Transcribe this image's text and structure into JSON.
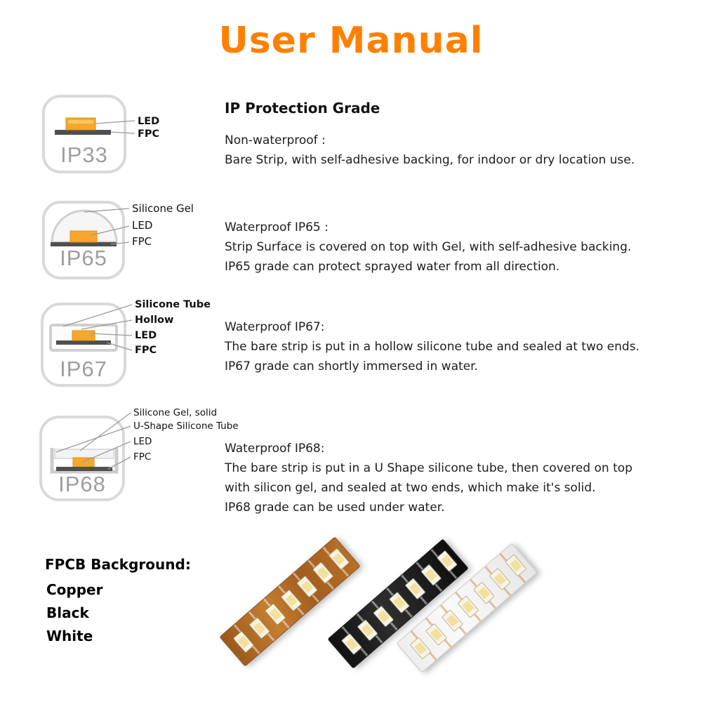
{
  "title": "User Manual",
  "colors": {
    "accent_orange": "#FF8000",
    "led_orange": "#F6A72C",
    "fpc_gray": "#4F4F4F",
    "ip_code_gray": "#9E9E9E",
    "strip_copper": "#B4702A",
    "strip_black": "#161616",
    "strip_white": "#F3F3F3"
  },
  "section": {
    "heading": "IP Protection Grade"
  },
  "grades": [
    {
      "code": "IP33",
      "diagram_labels": [
        "LED",
        "FPC"
      ],
      "heading": "Non-waterproof :",
      "lines": [
        "Bare Strip, with self-adhesive backing, for indoor or dry location use."
      ]
    },
    {
      "code": "IP65",
      "diagram_labels": [
        "Silicone Gel",
        "LED",
        "FPC"
      ],
      "heading": "Waterproof IP65 :",
      "lines": [
        "Strip Surface is covered on top with Gel, with self-adhesive backing.",
        "IP65 grade can protect sprayed water from all direction."
      ]
    },
    {
      "code": "IP67",
      "diagram_labels": [
        "Silicone Tube",
        "Hollow",
        "LED",
        "FPC"
      ],
      "heading": "Waterproof IP67:",
      "lines": [
        "The bare strip is put in a hollow silicone tube and sealed at two ends.",
        "IP67 grade can shortly immersed in water."
      ]
    },
    {
      "code": "IP68",
      "diagram_labels": [
        "Silicone Gel, solid",
        "U-Shape Silicone Tube",
        "LED",
        "FPC"
      ],
      "heading": "Waterproof IP68:",
      "lines": [
        "The bare strip is put in a U Shape silicone tube, then covered on top",
        "with silicon gel, and sealed at two ends, which make it's solid.",
        "IP68 grade can be used under water."
      ]
    }
  ],
  "fpcb": {
    "heading": "FPCB Background:",
    "options": [
      "Copper",
      "Black",
      "White"
    ]
  }
}
